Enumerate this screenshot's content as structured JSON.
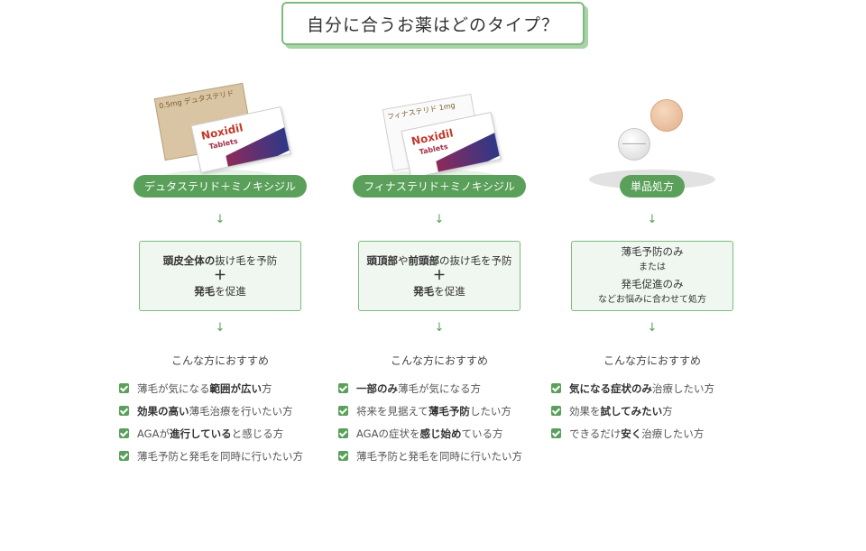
{
  "title": "自分に合うお薬はどのタイプ？",
  "columns": [
    {
      "label": "デュタステリド＋ミノキシジル",
      "product": {
        "box_front_brand": "Noxidil",
        "box_front_sub": "Tablets",
        "box_back_text": "0.5mg デュタステリド"
      },
      "arrow": "↓",
      "info": {
        "line1_bold": "頭皮全体の",
        "line1_rest": "抜け毛を予防",
        "plus": "＋",
        "line2_bold": "発毛",
        "line2_rest": "を促進"
      },
      "arrow2": "↓",
      "rec_title": "こんな方におすすめ",
      "checks": [
        {
          "pre": "薄毛が気になる",
          "bold": "範囲が広い",
          "post": "方"
        },
        {
          "pre": "",
          "bold": "効果の高い",
          "post": "薄毛治療を行いたい方"
        },
        {
          "pre": "AGAが",
          "bold": "進行している",
          "post": "と感じる方"
        },
        {
          "pre": "薄毛予防と発毛を同時に行いたい方",
          "bold": "",
          "post": ""
        }
      ]
    },
    {
      "label": "フィナステリド＋ミノキシジル",
      "product": {
        "box_front_brand": "Noxidil",
        "box_front_sub": "Tablets",
        "box_back_text": "フィナステリド 1mg"
      },
      "arrow": "↓",
      "info": {
        "line1_bold_a": "頭頂部",
        "line1_mid": "や",
        "line1_bold_b": "前頭部",
        "line1_rest": "の抜け毛を予防",
        "plus": "＋",
        "line2_bold": "発毛",
        "line2_rest": "を促進"
      },
      "arrow2": "↓",
      "rec_title": "こんな方におすすめ",
      "checks": [
        {
          "pre": "",
          "bold": "一部のみ",
          "post": "薄毛が気になる方"
        },
        {
          "pre": "将来を見据えて",
          "bold": "薄毛予防",
          "post": "したい方"
        },
        {
          "pre": "AGAの症状を",
          "bold": "感じ始め",
          "post": "ている方"
        },
        {
          "pre": "薄毛予防と発毛を同時に行いたい方",
          "bold": "",
          "post": ""
        }
      ]
    },
    {
      "label": "単品処方",
      "arrow": "↓",
      "info": {
        "line1": "薄毛予防のみ",
        "line2": "または",
        "line3": "発毛促進のみ",
        "line4": "などお悩みに合わせて処方"
      },
      "arrow2": "↓",
      "rec_title": "こんな方におすすめ",
      "checks": [
        {
          "pre": "",
          "bold": "気になる症状のみ",
          "post": "治療したい方"
        },
        {
          "pre": "効果を",
          "bold": "試してみたい",
          "post": "方"
        },
        {
          "pre": "できるだけ",
          "bold": "安く",
          "post": "治療したい方"
        }
      ]
    }
  ],
  "colors": {
    "accent": "#5aa05a",
    "box_bg": "#f0f7f0",
    "border": "#7dbb7d"
  }
}
